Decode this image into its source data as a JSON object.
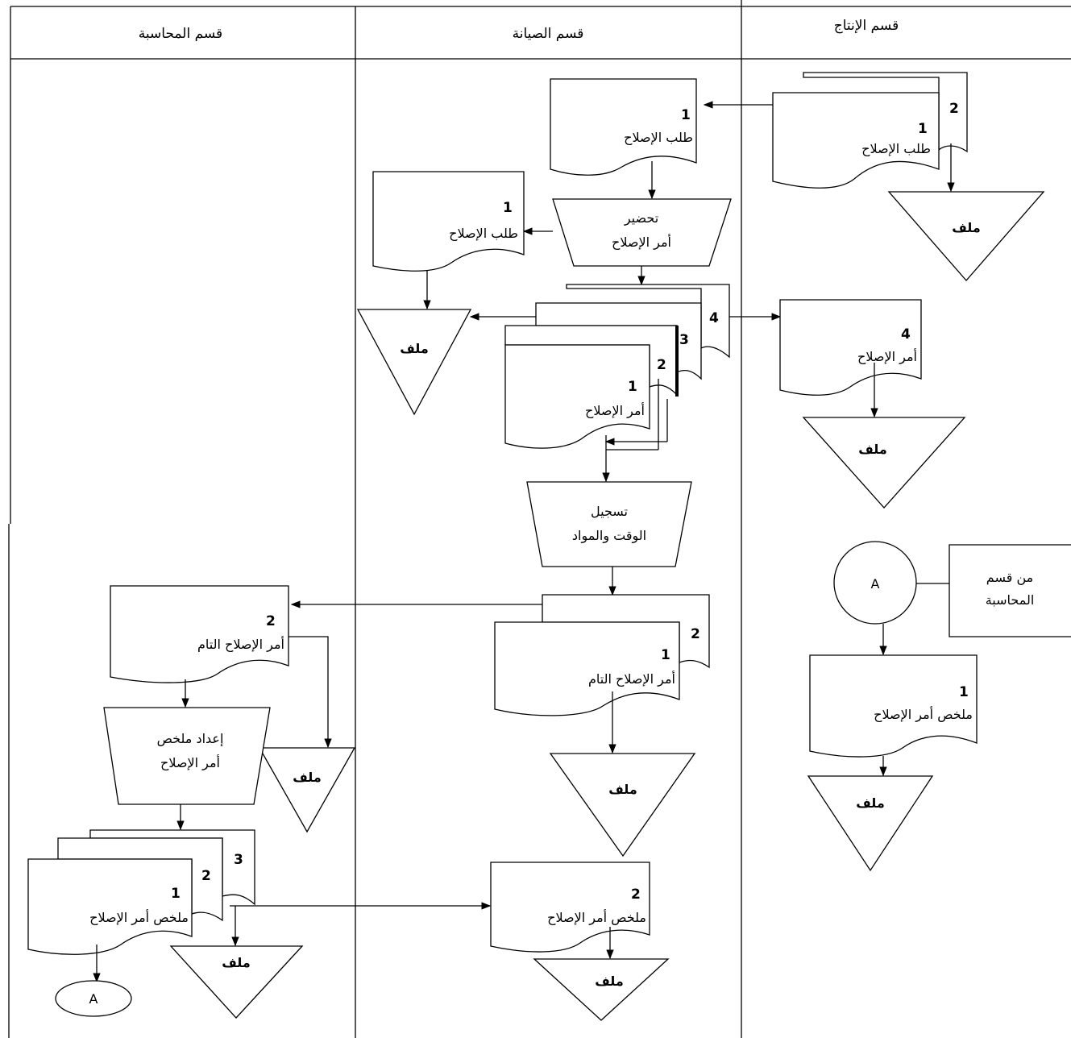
{
  "lanes": {
    "accounting": "قسم المحاسبة",
    "maintenance": "قسم الصيانة",
    "production": "قسم الإنتاج"
  },
  "docs": {
    "repair_request": "طلب الإصلاح",
    "repair_order": "أمر الإصلاح",
    "completed_repair_order": "أمر الإصلاح التام",
    "repair_order_summary": "ملخص أمر الإصلاح"
  },
  "processes": {
    "prepare_order_l1": "تحضير",
    "prepare_order_l2": "أمر الإصلاح",
    "record_time_l1": "تسجيل",
    "record_time_l2": "الوقت والمواد",
    "prepare_summary_l1": "إعداد ملخص",
    "prepare_summary_l2": "أمر الإصلاح"
  },
  "file_label": "ملف",
  "connector_label": "A",
  "from_accounting_l1": "من قسم",
  "from_accounting_l2": "المحاسبة",
  "copy_numbers": {
    "c1": "1",
    "c2": "2",
    "c3": "3",
    "c4": "4"
  }
}
